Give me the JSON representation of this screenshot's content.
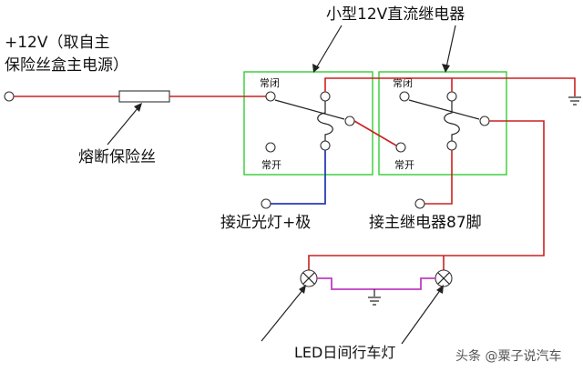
{
  "labels": {
    "relay_title": "小型12V直流继电器",
    "power_line1": "+12V（取自主",
    "power_line2": "保险丝盒主电源）",
    "fuse": "熔断保险丝",
    "relay1_nc": "常闭",
    "relay1_no": "常开",
    "relay2_nc": "常闭",
    "relay2_no": "常开",
    "low_beam": "接近光灯+极",
    "main_relay": "接主继电器87脚",
    "drl": "LED日间行车灯",
    "watermark": "头条 @粟子说汽车"
  },
  "colors": {
    "power_wire": "#cc2020",
    "control_wire": "#2a3db5",
    "lamp_ground_wire": "#c03cc0",
    "relay_box": "#33cc33"
  }
}
